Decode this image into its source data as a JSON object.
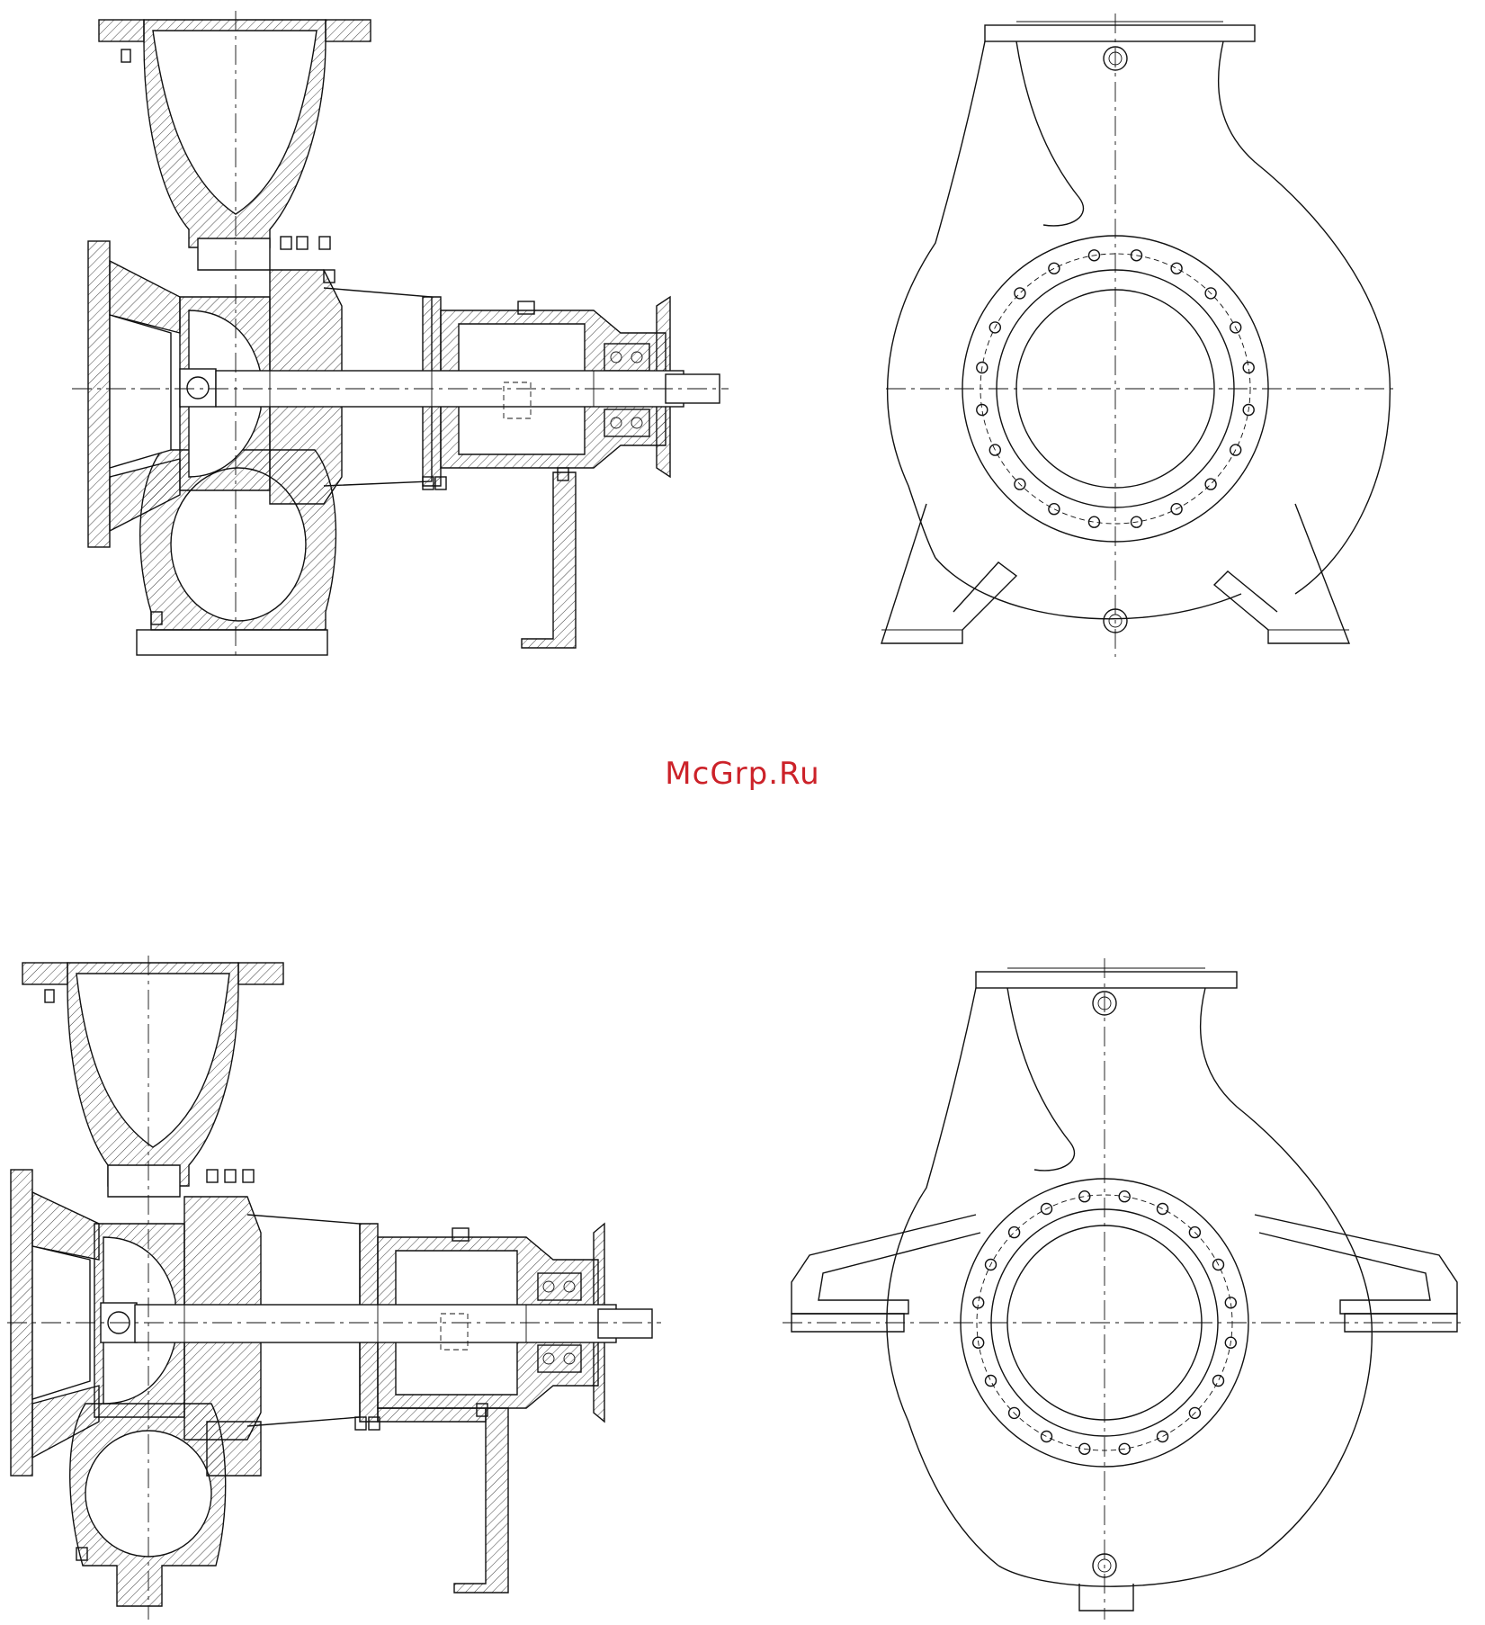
{
  "watermark": {
    "text": "McGrp.Ru",
    "color": "#cc2229"
  },
  "figures": [
    {
      "id": "pump-section-top",
      "kind": "sectional-view"
    },
    {
      "id": "volute-end-view-top",
      "kind": "end-view",
      "feet": "bottom"
    },
    {
      "id": "pump-section-bottom",
      "kind": "sectional-view"
    },
    {
      "id": "volute-end-view-bottom",
      "kind": "end-view",
      "feet": "centerline"
    }
  ],
  "colors": {
    "line": "#111111",
    "background": "#ffffff"
  }
}
